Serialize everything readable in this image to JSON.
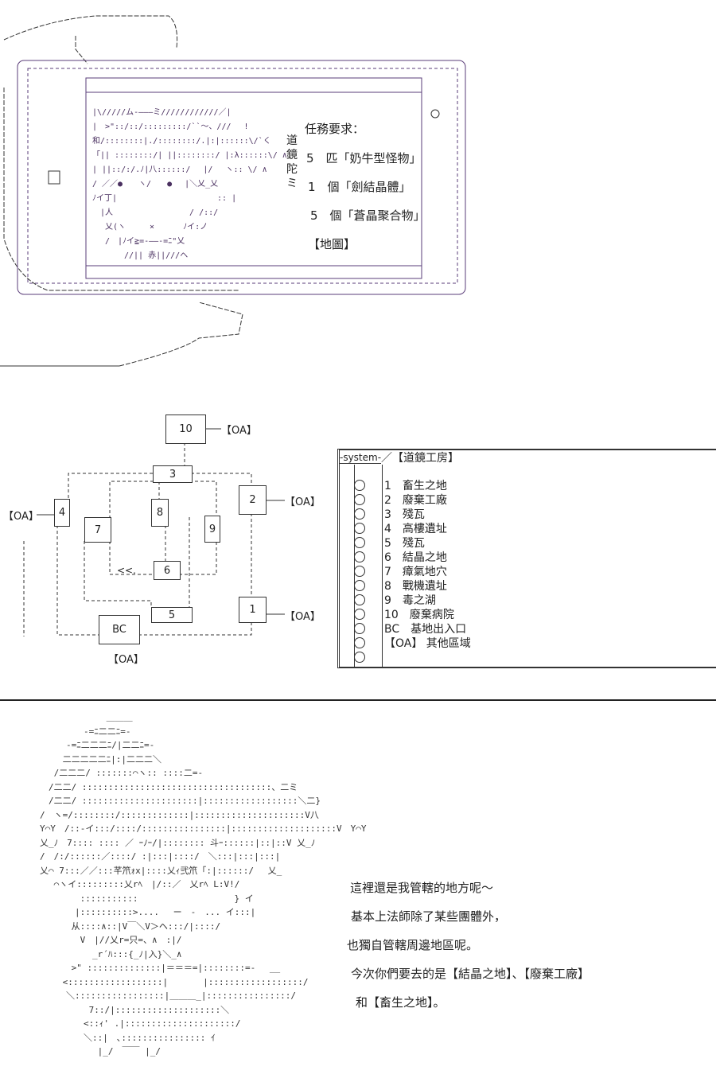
{
  "phone": {
    "quest_title": "任務要求：",
    "quests": [
      "5　匹「奶牛型怪物」",
      "1　個「劍結晶體」",
      "5　個「蒼晶聚合物」"
    ],
    "map_link": "【地圖】",
    "side_label": "道鏡陀ミ",
    "face_art": [
      "|\\/////ム-―――ミ////////////／|",
      "|　>\"::/::/:::::::::/``～、///　 !",
      "和/::::::::|./::::::::/.|:|::::::\\/`く",
      "「|| ::::::::/| ||::::::::/ |:λ::::::\\/ ∧",
      "| ||::/:/.ﾉ|八::::::/　 |/　 ヽ:: \\/ ∧",
      "/ ／／●　　ヽ/　　●　 |＼乂_乂",
      "ﾉイ丁|　　　　　　　　　　　　 :: |",
      "　|人　　　　　　　　　 / /::/",
      "　 乂(ヽ　　　×　　　 ﾉイ:ノ",
      "　 /　|ﾉイ≧=-――-=ﾆ\"乂",
      "　　　　//|| 赤||///ヘ"
    ]
  },
  "map": {
    "nodes": {
      "n10": "10",
      "n3": "3",
      "n2": "2",
      "n4": "4",
      "n8": "8",
      "n9": "9",
      "n7": "7",
      "n6": "6",
      "n5": "5",
      "n1": "1",
      "bc": "BC"
    },
    "oa_label": "【OA】",
    "arrow": "<<.",
    "connector": "―"
  },
  "system": {
    "header": "-system-",
    "title": "／【道鏡工房】",
    "items": [
      "1　畜生之地",
      "2　廢棄工廠",
      "3　殘瓦",
      "4　高樓遺址",
      "5　殘瓦",
      "6　結晶之地",
      "7　瘴氣地穴",
      "8　戰機遺址",
      "9　毒之湖",
      "10　廢棄病院",
      "BC　基地出入口",
      "【OA】 其他區域",
      ""
    ]
  },
  "dialogue": [
    "這裡還是我管轄的地方呢～",
    "基本上法師除了某些團體外，",
    "也獨自管轄周邊地區呢。",
    "今次你們要去的是【結晶之地】、【廢棄工廠】",
    "和【畜生之地】。"
  ],
  "character_art": [
    "　　　　　　　 ＿＿＿",
    "　　　　　-=ﾆ二二ﾆ=-",
    "　　　-=ﾆ二二二ﾆ/|二二ﾆ=-",
    "　　 二二二二二ﾆ|:|二二二＼",
    "　 /二二二/ :::::::⌒ヽ:: ::::二=-",
    "　/二二/ ::::::::::::::::::::::::::::::::::::、二ミ",
    "　/二二/ ::::::::::::::::::::::|::::::::::::::::::＼二}",
    "/　ヽ=/::::::::/:::::::::::::|:::::::::::::::::::::V八",
    "Y⌒Y　/::-イ:::/::::/::::::::::::::::|::::::::::::::::::::V　Y⌒Y",
    "乂_ﾉ　7:::: :::: ／ ｰﾉｰ/|:::::::: 斗ｰ::::::|::|::V 乂_ﾉ",
    "/　/:/::::::／::::/ :|:::|::::/　＼:::|:::|:::|",
    "乂⌒ 7:::／／:::芊笊ｫx|::::乂ｨ弐笊「:|::::::/　 乂_",
    "　 ⌒ヽイ:::::::::乂rﾍ　|/::／　乂rﾍ L:V!/",
    "　　　　 :::::::::::　　　　　　　　　　　} イ",
    "　　　　|::::::::::>....　 ー　-　... イ:::|",
    "　　　 从::::∧::|V￣＼V＞ヘ:::/|::::/",
    "　　　　 V　|//乂r=只=、∧　:|/",
    "　　　　　　_r´ﾊ:::{_ﾉ|入}＼_∧",
    "　　　 >\" ::::::::::::::|＝＝＝=|::::::::=-　 __",
    "　　 <::::::::::::::::::|　　　　|::::::::::::::::::/",
    "　　　＼:::::::::::::::::|＿＿＿_|::::::::::::::::/",
    "　　　　　 7::/|::::::::::::::::::::＼",
    "　　　　　<::ｨ' .|:::::::::::::::::::::/",
    "　　　　　＼::|　､:::::::::::::::: ｲ",
    "　　　　　　 |_/　￣￣ |_/"
  ],
  "colors": {
    "frame": "#5a3c78",
    "ink": "#222222"
  }
}
